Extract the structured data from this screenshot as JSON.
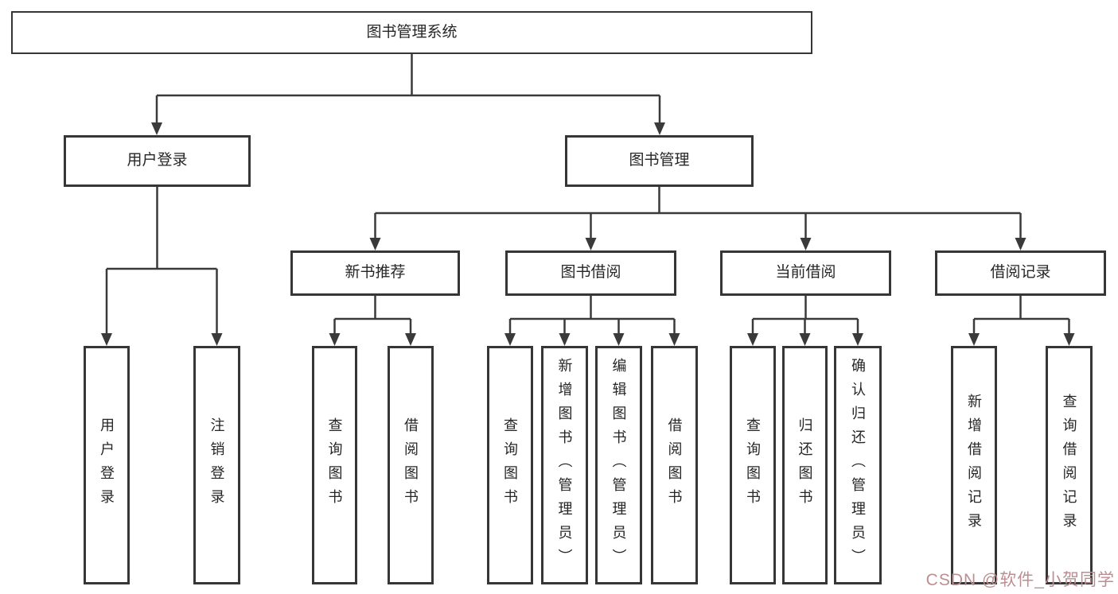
{
  "colors": {
    "background": "#ffffff",
    "line": "#3a3a3a",
    "box_border": "#363636",
    "text": "#262626",
    "watermark": "#bd8e91"
  },
  "root": {
    "label": "图书管理系统"
  },
  "level2": [
    {
      "label": "用户登录"
    },
    {
      "label": "图书管理"
    }
  ],
  "sections": [
    {
      "label": "新书推荐"
    },
    {
      "label": "图书借阅"
    },
    {
      "label": "当前借阅"
    },
    {
      "label": "借阅记录"
    }
  ],
  "leaves": {
    "user_login": [
      "用户登录",
      "注销登录"
    ],
    "new_book": [
      "查询图书",
      "借阅图书"
    ],
    "book_borrow": [
      "查询图书",
      "新增图书（管理员）",
      "编辑图书（管理员）",
      "借阅图书"
    ],
    "current_borrow": [
      "查询图书",
      "归还图书",
      "确认归还（管理员）"
    ],
    "borrow_record": [
      "新增借阅记录",
      "查询借阅记录"
    ]
  },
  "watermark": {
    "text": "CSDN @软件_小贺同学"
  }
}
